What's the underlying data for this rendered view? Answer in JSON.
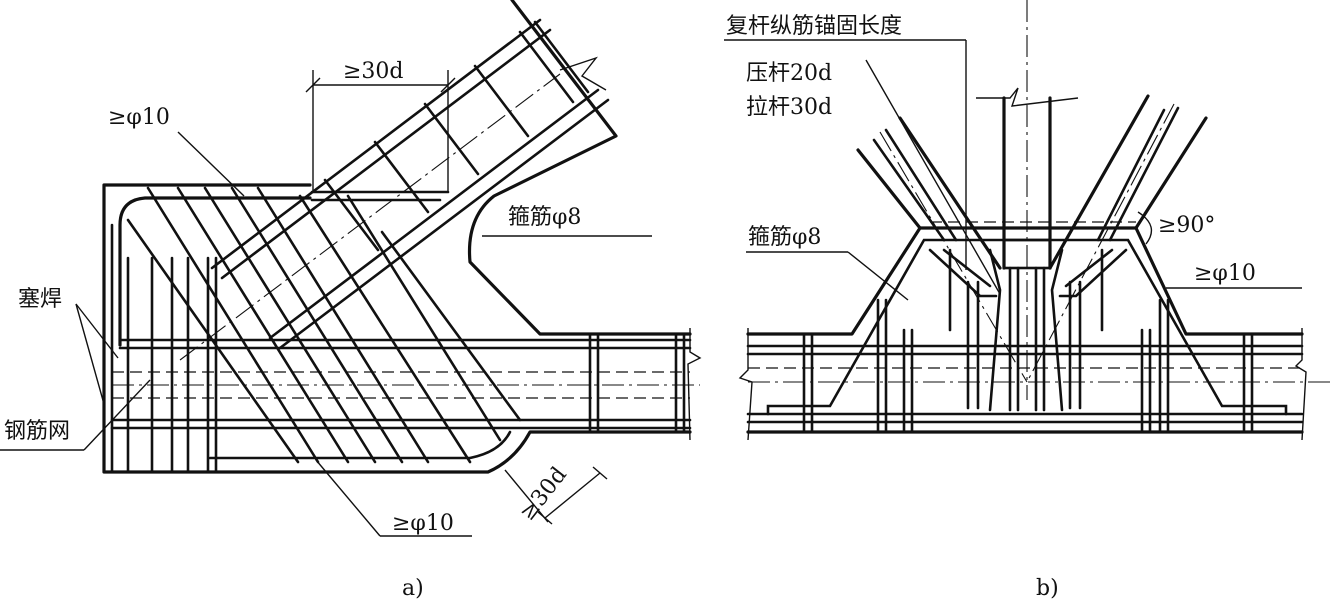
{
  "figure_a": {
    "caption": "a)",
    "labels": {
      "anchor_30d_top": "≥30d",
      "bar_min_top": "≥φ10",
      "stirrup": "箍筋φ8",
      "plug_weld": "塞焊",
      "mesh": "钢筋网",
      "bar_min_bottom": "≥φ10",
      "anchor_30d_bottom": "≥30d"
    }
  },
  "figure_b": {
    "caption": "b)",
    "labels": {
      "anchorage_title": "复杆纵筋锚固长度",
      "compression": "压杆20d",
      "tension": "拉杆30d",
      "angle": "≥90°",
      "stirrup": "箍筋φ8",
      "bar_min": "≥φ10"
    }
  }
}
